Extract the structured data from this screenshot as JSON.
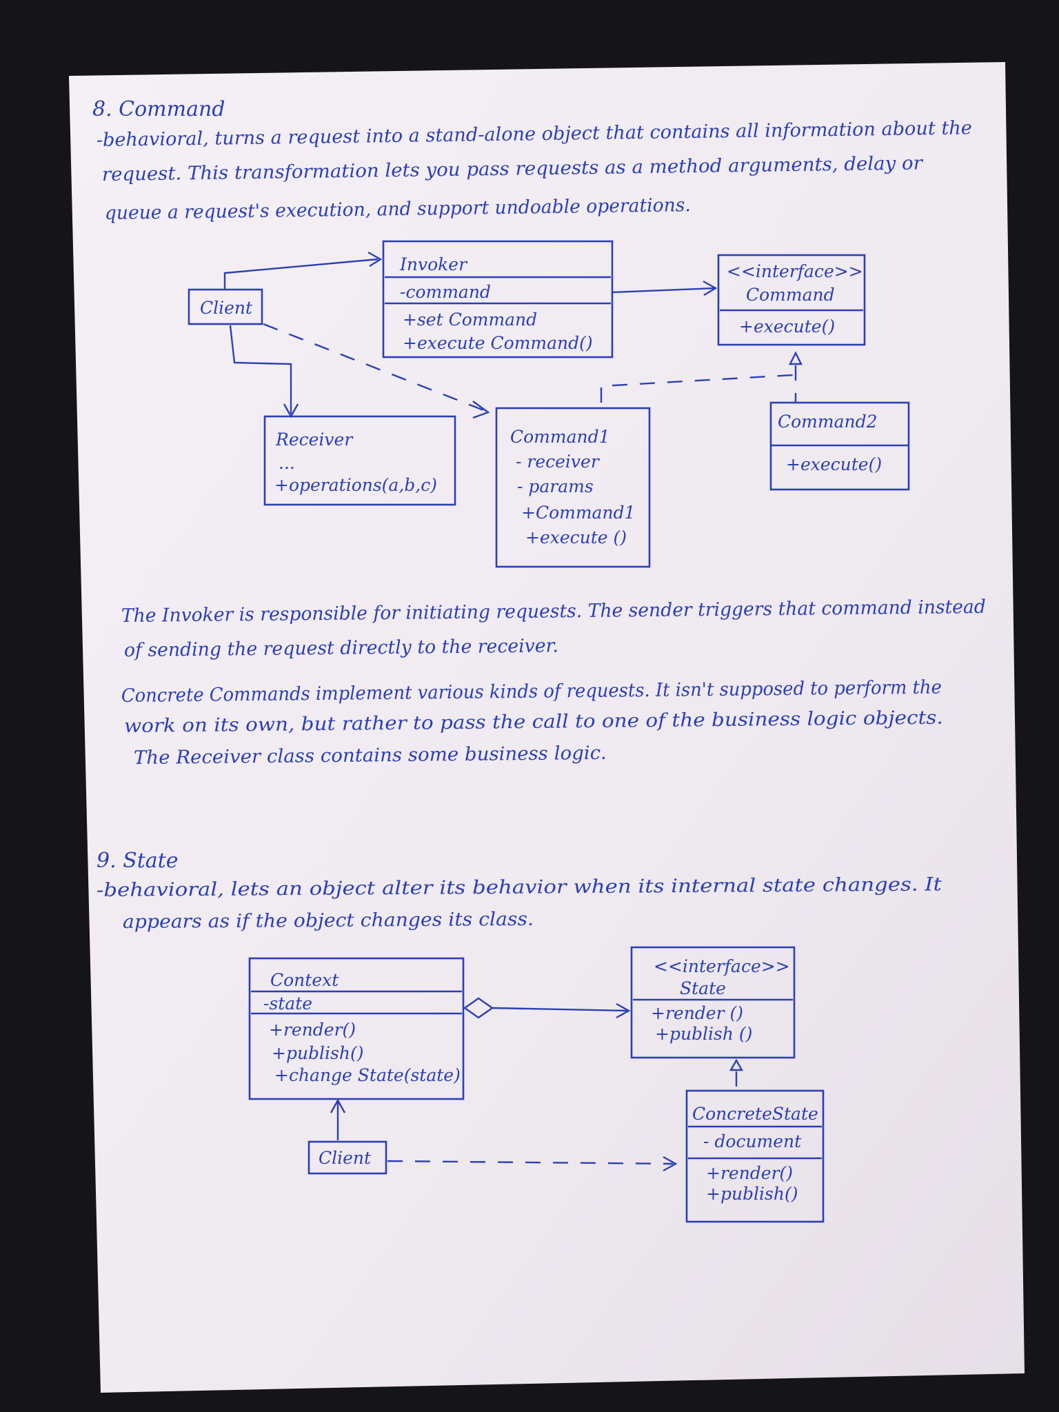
{
  "section1": {
    "heading": "8. Command",
    "intro_lines": [
      "-behavioral, turns a request into a stand-alone object that contains all information about the",
      "request. This transformation lets you pass requests as a method arguments, delay or",
      "queue a request's execution, and support undoable operations."
    ],
    "diagram": {
      "client": "Client",
      "invoker": {
        "title": "Invoker",
        "fields": [
          "-command"
        ],
        "methods": [
          "+set Command",
          "+execute Command()"
        ]
      },
      "command_iface": {
        "stereotype": "<<interface>>",
        "title": "Command",
        "methods": [
          "+execute()"
        ]
      },
      "receiver": {
        "title": "Receiver",
        "fields": [
          "..."
        ],
        "methods": [
          "+operations(a,b,c)"
        ]
      },
      "command1": {
        "title": "Command1",
        "fields": [
          "- receiver",
          "- params"
        ],
        "methods": [
          "+Command1",
          "+execute ()"
        ]
      },
      "command2": {
        "title": "Command2",
        "methods": [
          "+execute()"
        ]
      }
    },
    "notes_lines": [
      "The Invoker is responsible for initiating requests. The sender triggers that command instead",
      "of sending the request directly to the receiver.",
      "Concrete Commands implement various kinds of requests. It isn't supposed to perform the",
      "work on its own, but rather to pass the call to one of the business logic objects.",
      "The Receiver class contains some business logic."
    ]
  },
  "section2": {
    "heading": "9. State",
    "intro_lines": [
      "-behavioral, lets an object alter its behavior when its internal state changes. It",
      "appears as if the object changes its class."
    ],
    "diagram": {
      "context": {
        "title": "Context",
        "fields": [
          "-state"
        ],
        "methods": [
          "+render()",
          "+publish()",
          "+change State(state)"
        ]
      },
      "state_iface": {
        "stereotype": "<<interface>>",
        "title": "State",
        "methods": [
          "+render ()",
          "+publish ()"
        ]
      },
      "concrete_state": {
        "title": "ConcreteState",
        "fields": [
          "- document"
        ],
        "methods": [
          "+render()",
          "+publish()"
        ]
      },
      "client": "Client"
    }
  },
  "colors": {
    "ink": "#2b3fb4",
    "paper": "#f3eef4",
    "background": "#151419"
  }
}
